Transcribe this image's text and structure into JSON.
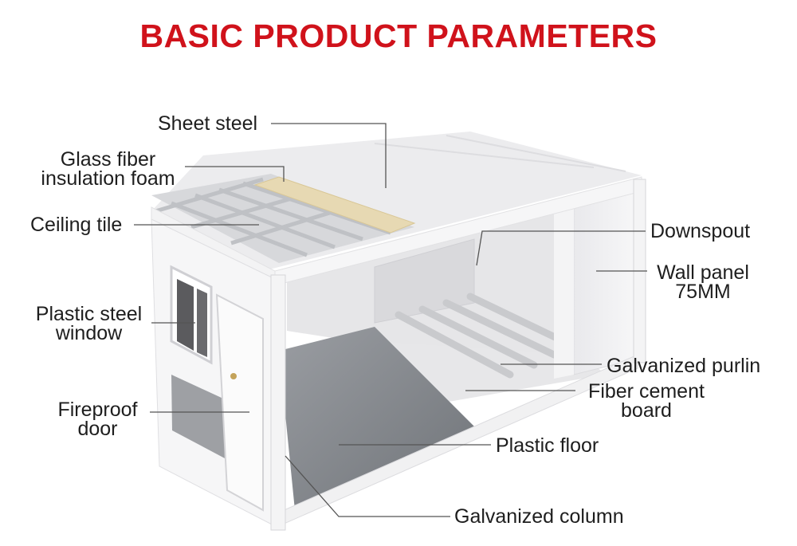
{
  "title": "BASIC PRODUCT PARAMETERS",
  "colors": {
    "title": "#d0121b",
    "leader_line": "#555555",
    "frame": "#f1f1f1",
    "floor": "#8a8d92",
    "insulation": "#e7d9b3"
  },
  "labels": {
    "sheet_steel": "Sheet steel",
    "glass_fiber_1": "Glass fiber",
    "glass_fiber_2": "insulation foam",
    "ceiling_tile": "Ceiling tile",
    "plastic_window_1": "Plastic steel",
    "plastic_window_2": "window",
    "fireproof_door_1": "Fireproof",
    "fireproof_door_2": "door",
    "downspout": "Downspout",
    "wall_panel_1": "Wall panel",
    "wall_panel_2": "75MM",
    "galvanized_purlin": "Galvanized purlin",
    "fiber_cement_1": "Fiber cement",
    "fiber_cement_2": "board",
    "plastic_floor": "Plastic floor",
    "galvanized_column": "Galvanized column"
  }
}
